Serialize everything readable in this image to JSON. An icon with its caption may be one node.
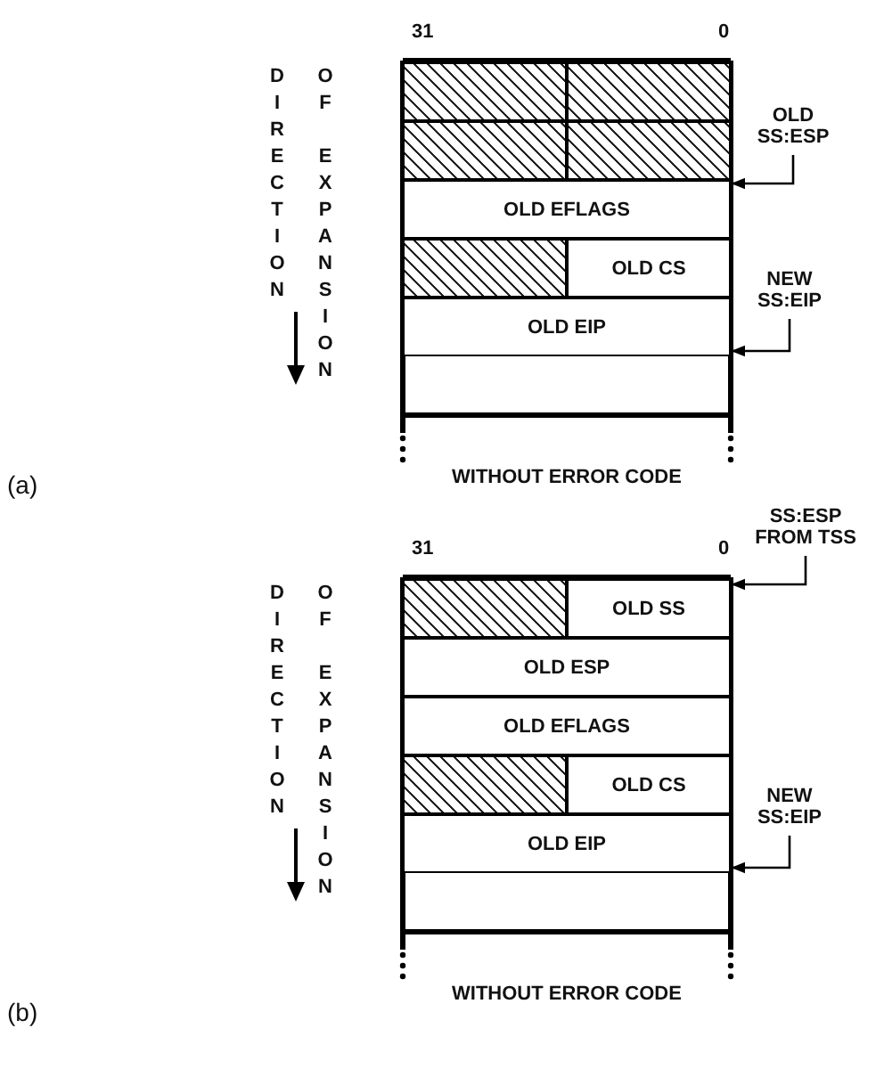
{
  "diagram": {
    "nodes": [
      {
        "text": [],
        "shape": "box"
      },
      {
        "text": [],
        "shape": "box"
      },
      {
        "text": [],
        "shape": "box"
      },
      {
        "text": [],
        "shape": "box"
      },
      {
        "text": [
          "OLD EFLAGS"
        ]
      },
      {
        "text": [],
        "shape": "box"
      },
      {
        "text": [
          "OLD CS"
        ]
      },
      {
        "text": [
          "OLD EIP"
        ]
      },
      {
        "text": [
          "OLD SS:ESP"
        ]
      },
      {
        "text": [
          "NEW SS:EIP"
        ]
      },
      {
        "text": [
          "SS:ESP FROM TSS"
        ]
      },
      {
        "text": [],
        "shape": "box"
      },
      {
        "text": [
          "OLD SS"
        ]
      },
      {
        "text": [
          "OLD ESP"
        ]
      },
      {
        "text": [
          "OLD EFLAGS"
        ]
      },
      {
        "text": [],
        "shape": "box"
      },
      {
        "text": [
          "OLD CS"
        ]
      },
      {
        "text": [
          "OLD EIP"
        ]
      },
      {
        "text": [
          "NEW SS:EIP"
        ]
      }
    ],
    "edges": [
      {
        "from": 8,
        "to": 4,
        "arrow": "to"
      },
      {
        "from": 9,
        "to": 7,
        "arrow": "to"
      },
      {
        "from": 10,
        "to": 12,
        "arrow": "to"
      },
      {
        "from": 18,
        "to": 17,
        "arrow": "to"
      }
    ],
    "labels": [
      "31",
      "0",
      "DIRECTION",
      "OF EXPANSION",
      "WITHOUT ERROR CODE",
      "(a)",
      "31",
      "0",
      "DIRECTION",
      "OF EXPANSION",
      "WITHOUT ERROR CODE",
      "(b)"
    ]
  }
}
